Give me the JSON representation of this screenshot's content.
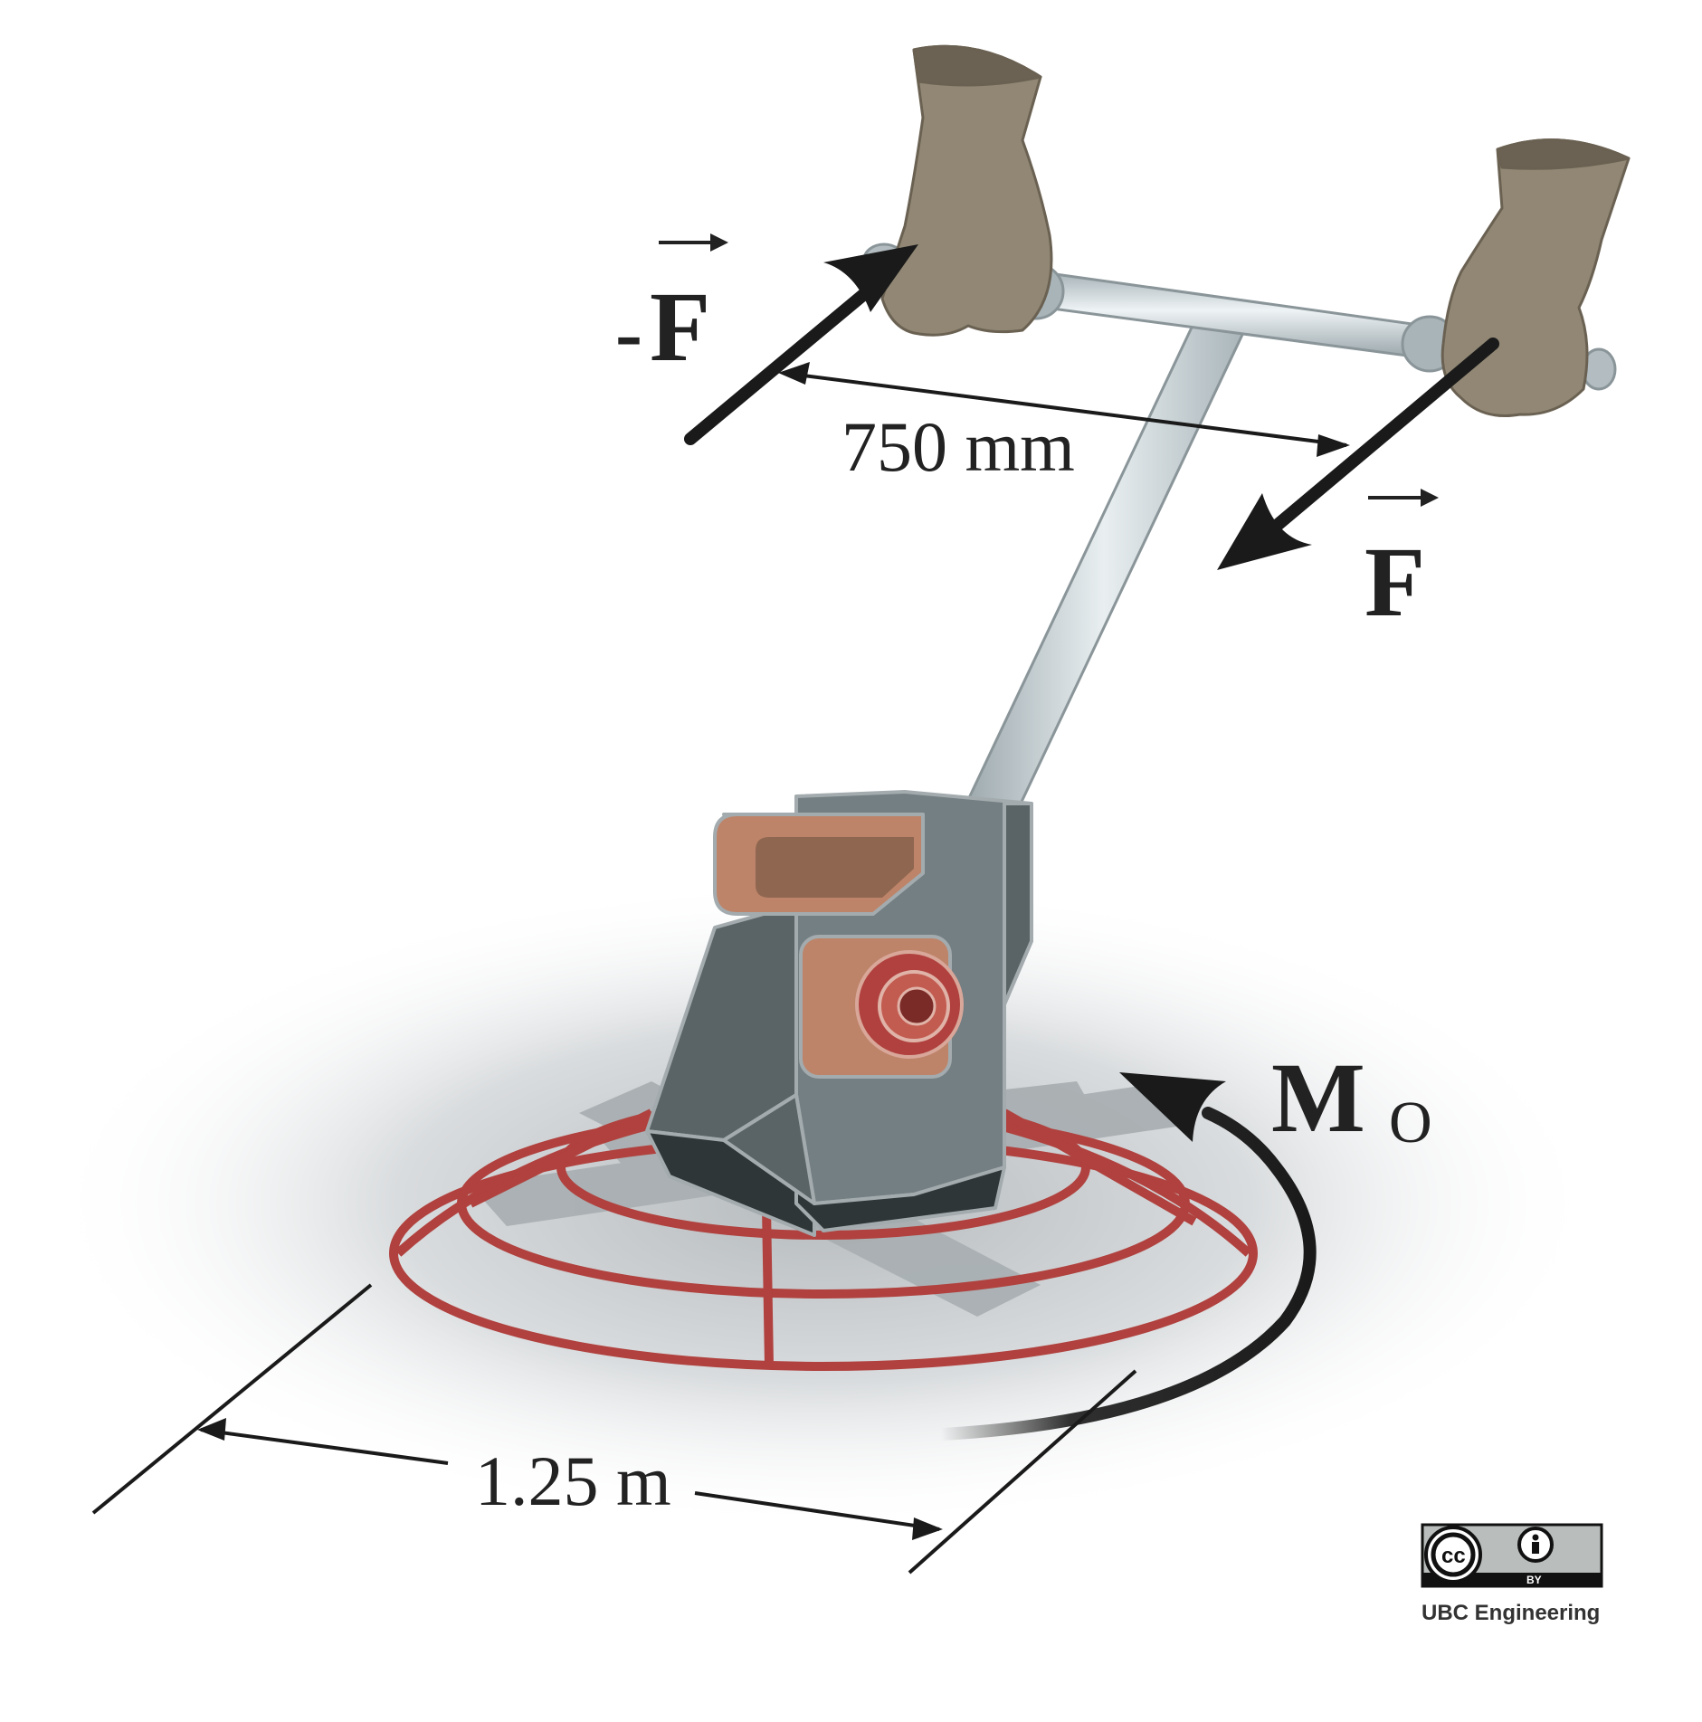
{
  "labels": {
    "neg_force_prefix": "-",
    "force_symbol": "F",
    "handle_spacing": "750 mm",
    "trowel_diameter": "1.25 m",
    "moment_symbol": "M",
    "moment_subscript": "O"
  },
  "license": {
    "cc_text": "cc",
    "by_text": "BY",
    "credit": "UBC Engineering"
  },
  "icons": {
    "license_badge": "creative-commons-by-icon",
    "attribution": "person-icon"
  },
  "colors": {
    "arrow": "#1a1a1a",
    "ring": "#b0413e",
    "body_dark": "#5a6366",
    "body_mid": "#747f83",
    "accent": "#bd8469",
    "glove": "#918774",
    "handle": "#c9d4d8"
  }
}
